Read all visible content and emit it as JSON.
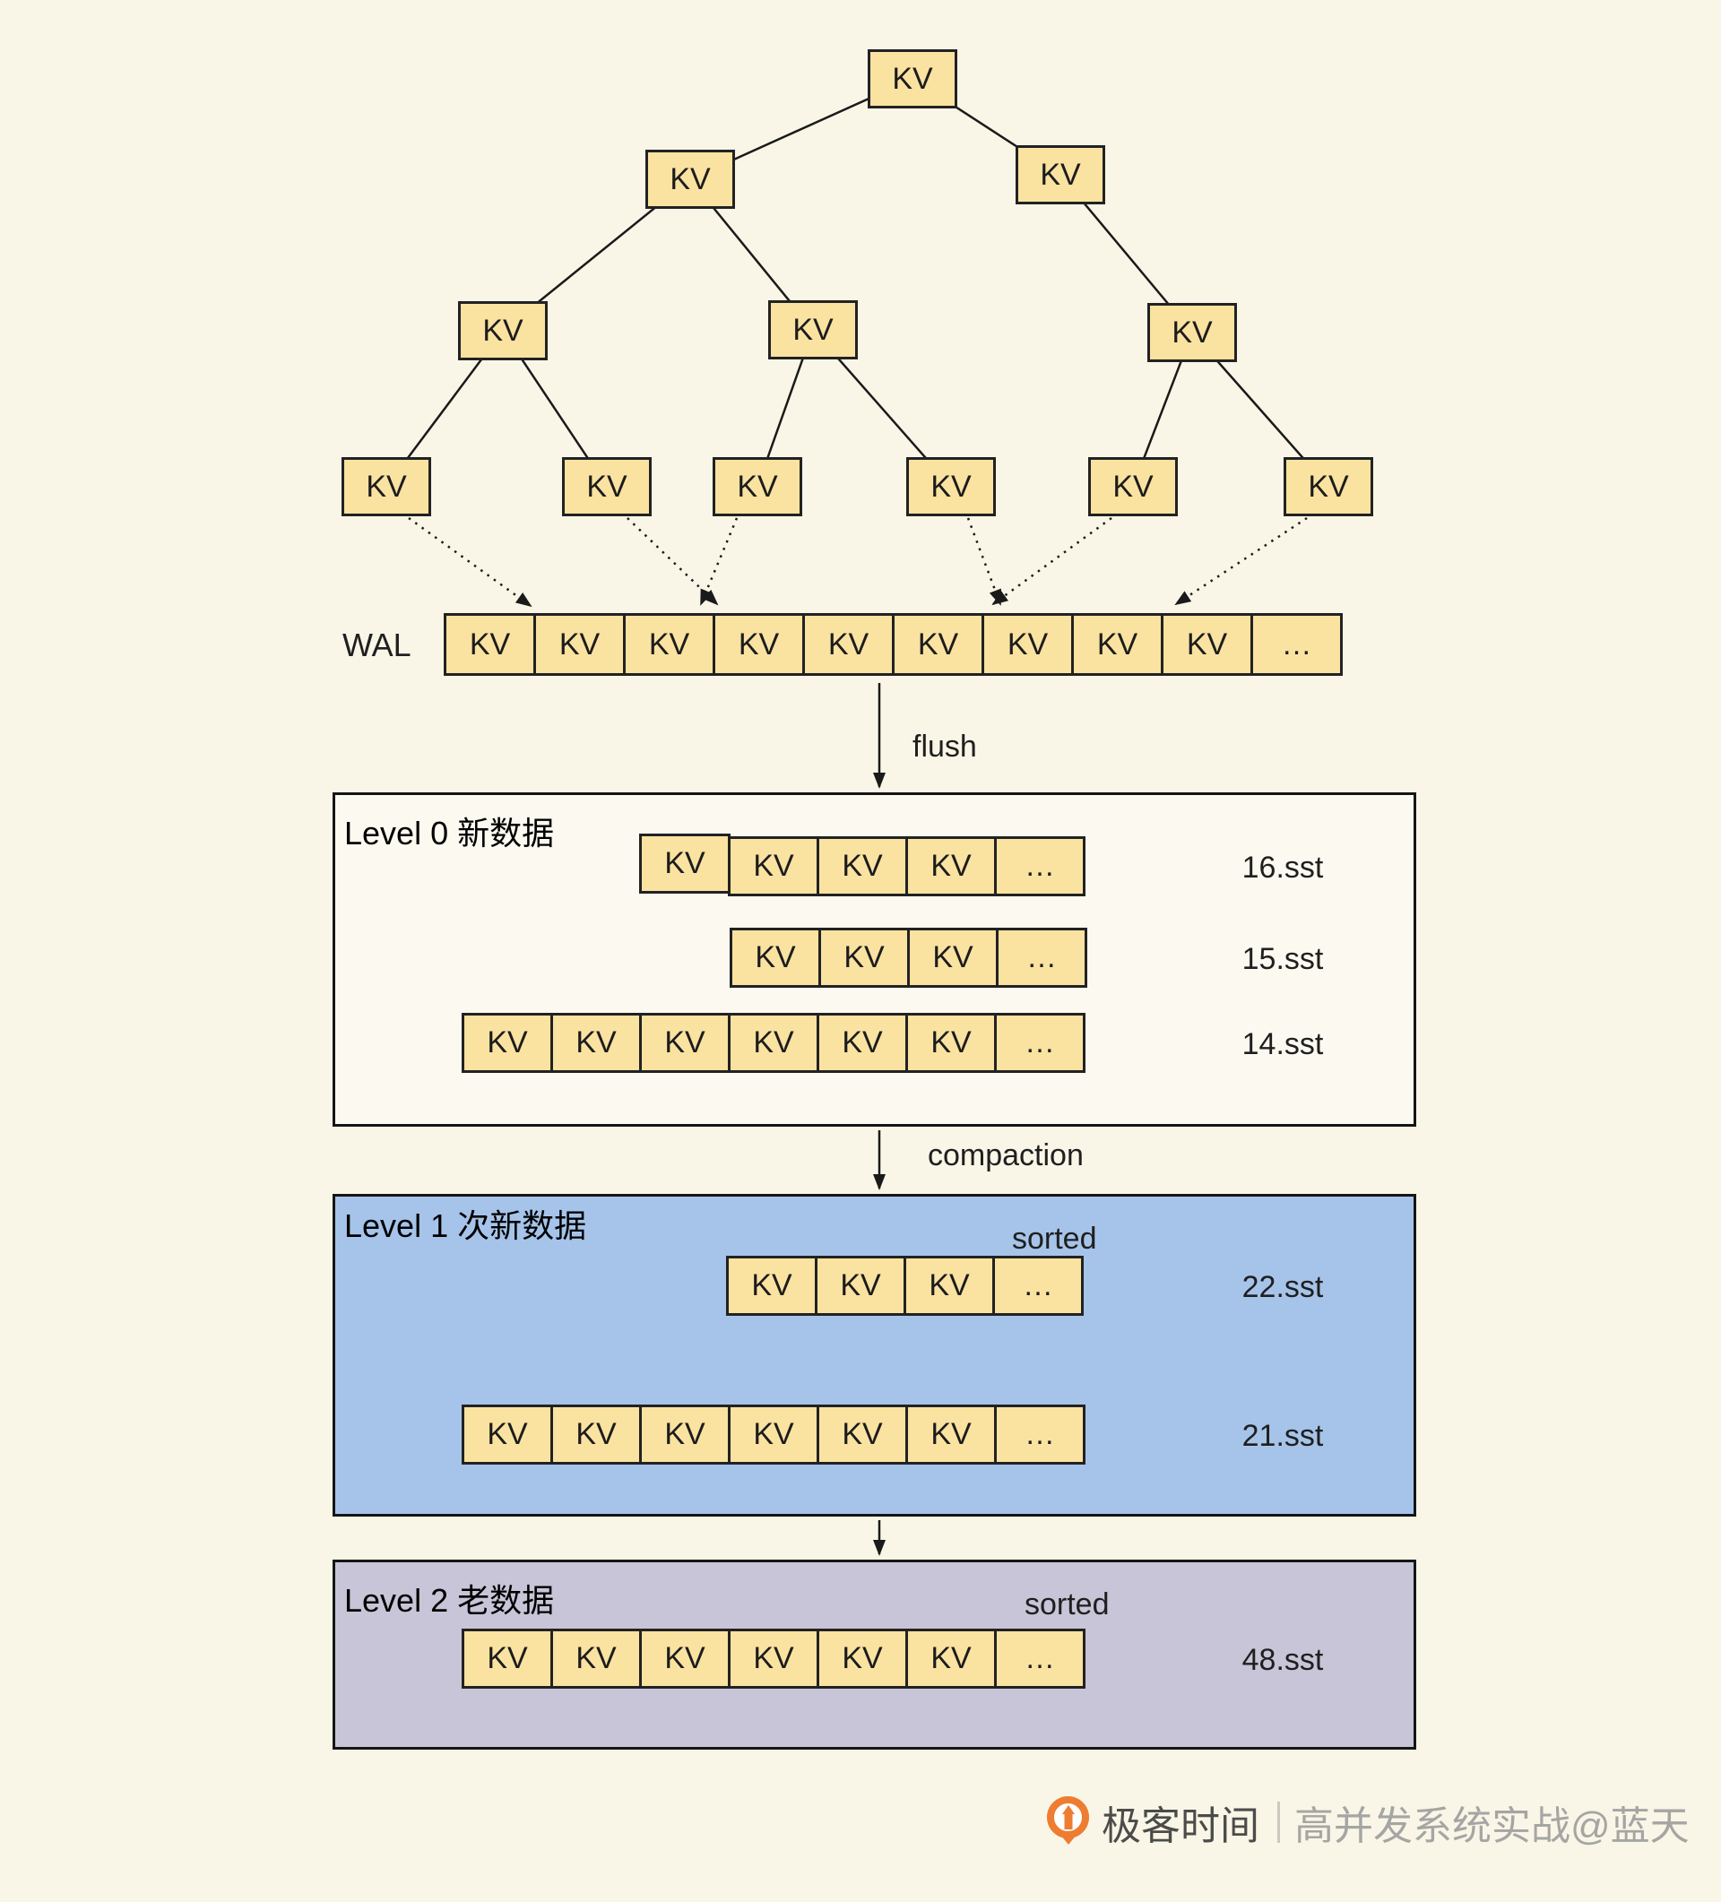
{
  "tree": {
    "node_label": "KV"
  },
  "wal": {
    "label": "WAL",
    "cells": [
      "KV",
      "KV",
      "KV",
      "KV",
      "KV",
      "KV",
      "KV",
      "KV",
      "KV",
      "…"
    ]
  },
  "flow": {
    "flush_label": "flush",
    "compaction_label": "compaction"
  },
  "level0": {
    "title": "Level 0 新数据",
    "rows": [
      {
        "cells": [
          "KV",
          "KV",
          "KV",
          "KV",
          "…"
        ],
        "sst": "16.sst"
      },
      {
        "cells": [
          "KV",
          "KV",
          "KV",
          "…"
        ],
        "sst": "15.sst"
      },
      {
        "cells": [
          "KV",
          "KV",
          "KV",
          "KV",
          "KV",
          "KV",
          "…"
        ],
        "sst": "14.sst"
      }
    ]
  },
  "level1": {
    "title": "Level 1 次新数据",
    "sorted_label": "sorted",
    "rows": [
      {
        "cells": [
          "KV",
          "KV",
          "KV",
          "…"
        ],
        "sst": "22.sst"
      },
      {
        "cells": [
          "KV",
          "KV",
          "KV",
          "KV",
          "KV",
          "KV",
          "…"
        ],
        "sst": "21.sst"
      }
    ]
  },
  "level2": {
    "title": "Level 2 老数据",
    "sorted_label": "sorted",
    "rows": [
      {
        "cells": [
          "KV",
          "KV",
          "KV",
          "KV",
          "KV",
          "KV",
          "…"
        ],
        "sst": "48.sst"
      }
    ]
  },
  "footer": {
    "brand": "极客时间",
    "divider": "｜",
    "credit": "高并发系统实战@蓝天"
  },
  "colors": {
    "background": "#f9f6e7",
    "level0_bg": "#fcfaf0",
    "level1_bg": "#a6c4ea",
    "level2_bg": "#c7c5d7",
    "cell_fill": "#fae2a1",
    "cell_border": "#222222",
    "line": "#1a1a1a",
    "brand_orange": "#ee7d31",
    "footer_dark": "#4b4c4a",
    "footer_light": "#a5a5a3"
  }
}
